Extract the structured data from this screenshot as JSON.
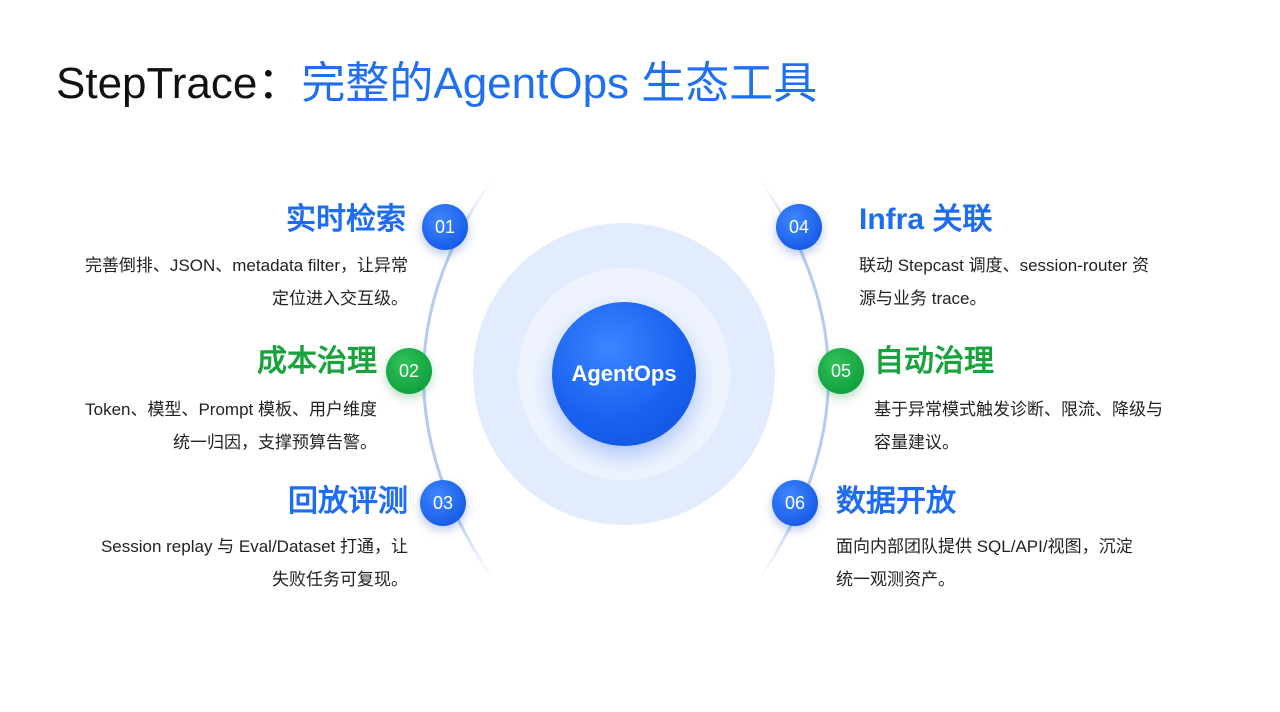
{
  "title": {
    "prefix": "StepTrace：",
    "accent": "完整的AgentOps 生态工具"
  },
  "center": {
    "label": "AgentOps"
  },
  "colors": {
    "blue": "#1e6cf0",
    "green": "#18a33c"
  },
  "items": [
    {
      "number": "01",
      "title": "实时检索",
      "desc_lines": [
        "完善倒排、JSON、metadata filter，让异常",
        "定位进入交互级。"
      ]
    },
    {
      "number": "02",
      "title": "成本治理",
      "desc_lines": [
        "Token、模型、Prompt 模板、用户维度",
        "统一归因，支撑预算告警。"
      ]
    },
    {
      "number": "03",
      "title": "回放评测",
      "desc_lines": [
        "Session replay 与 Eval/Dataset 打通，让",
        "失败任务可复现。"
      ]
    },
    {
      "number": "04",
      "title": "Infra 关联",
      "desc_lines": [
        "联动 Stepcast 调度、session-router 资",
        "源与业务 trace。"
      ]
    },
    {
      "number": "05",
      "title": "自动治理",
      "desc_lines": [
        "基于异常模式触发诊断、限流、降级与",
        "容量建议。"
      ]
    },
    {
      "number": "06",
      "title": "数据开放",
      "desc_lines": [
        "面向内部团队提供 SQL/API/视图，沉淀",
        "统一观测资产。"
      ]
    }
  ]
}
